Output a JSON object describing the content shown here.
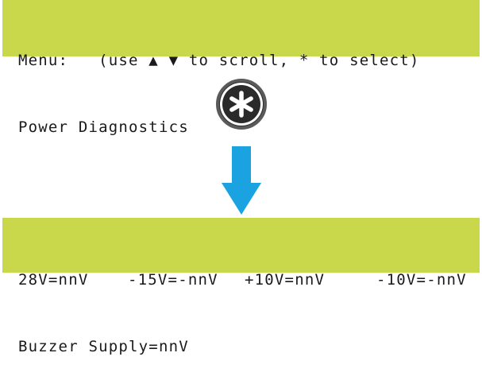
{
  "lcd_top": {
    "line1": "Menu:   (use ▲ ▼ to scroll, * to select)",
    "line2": "Power Diagnostics"
  },
  "key": {
    "icon": "asterisk-icon",
    "glyph": "*"
  },
  "arrow": {
    "icon": "down-arrow-icon",
    "color": "#1aa3e0"
  },
  "lcd_bottom": {
    "readings": [
      "28V=nnV",
      "-15V=-nnV",
      "+10V=nnV",
      "-10V=-nnV"
    ],
    "line2": "Buzzer Supply=nnV"
  },
  "colors": {
    "lcd_background": "#c8d84a",
    "lcd_text": "#1a1a1a",
    "key_background": "#2e2e2e"
  }
}
